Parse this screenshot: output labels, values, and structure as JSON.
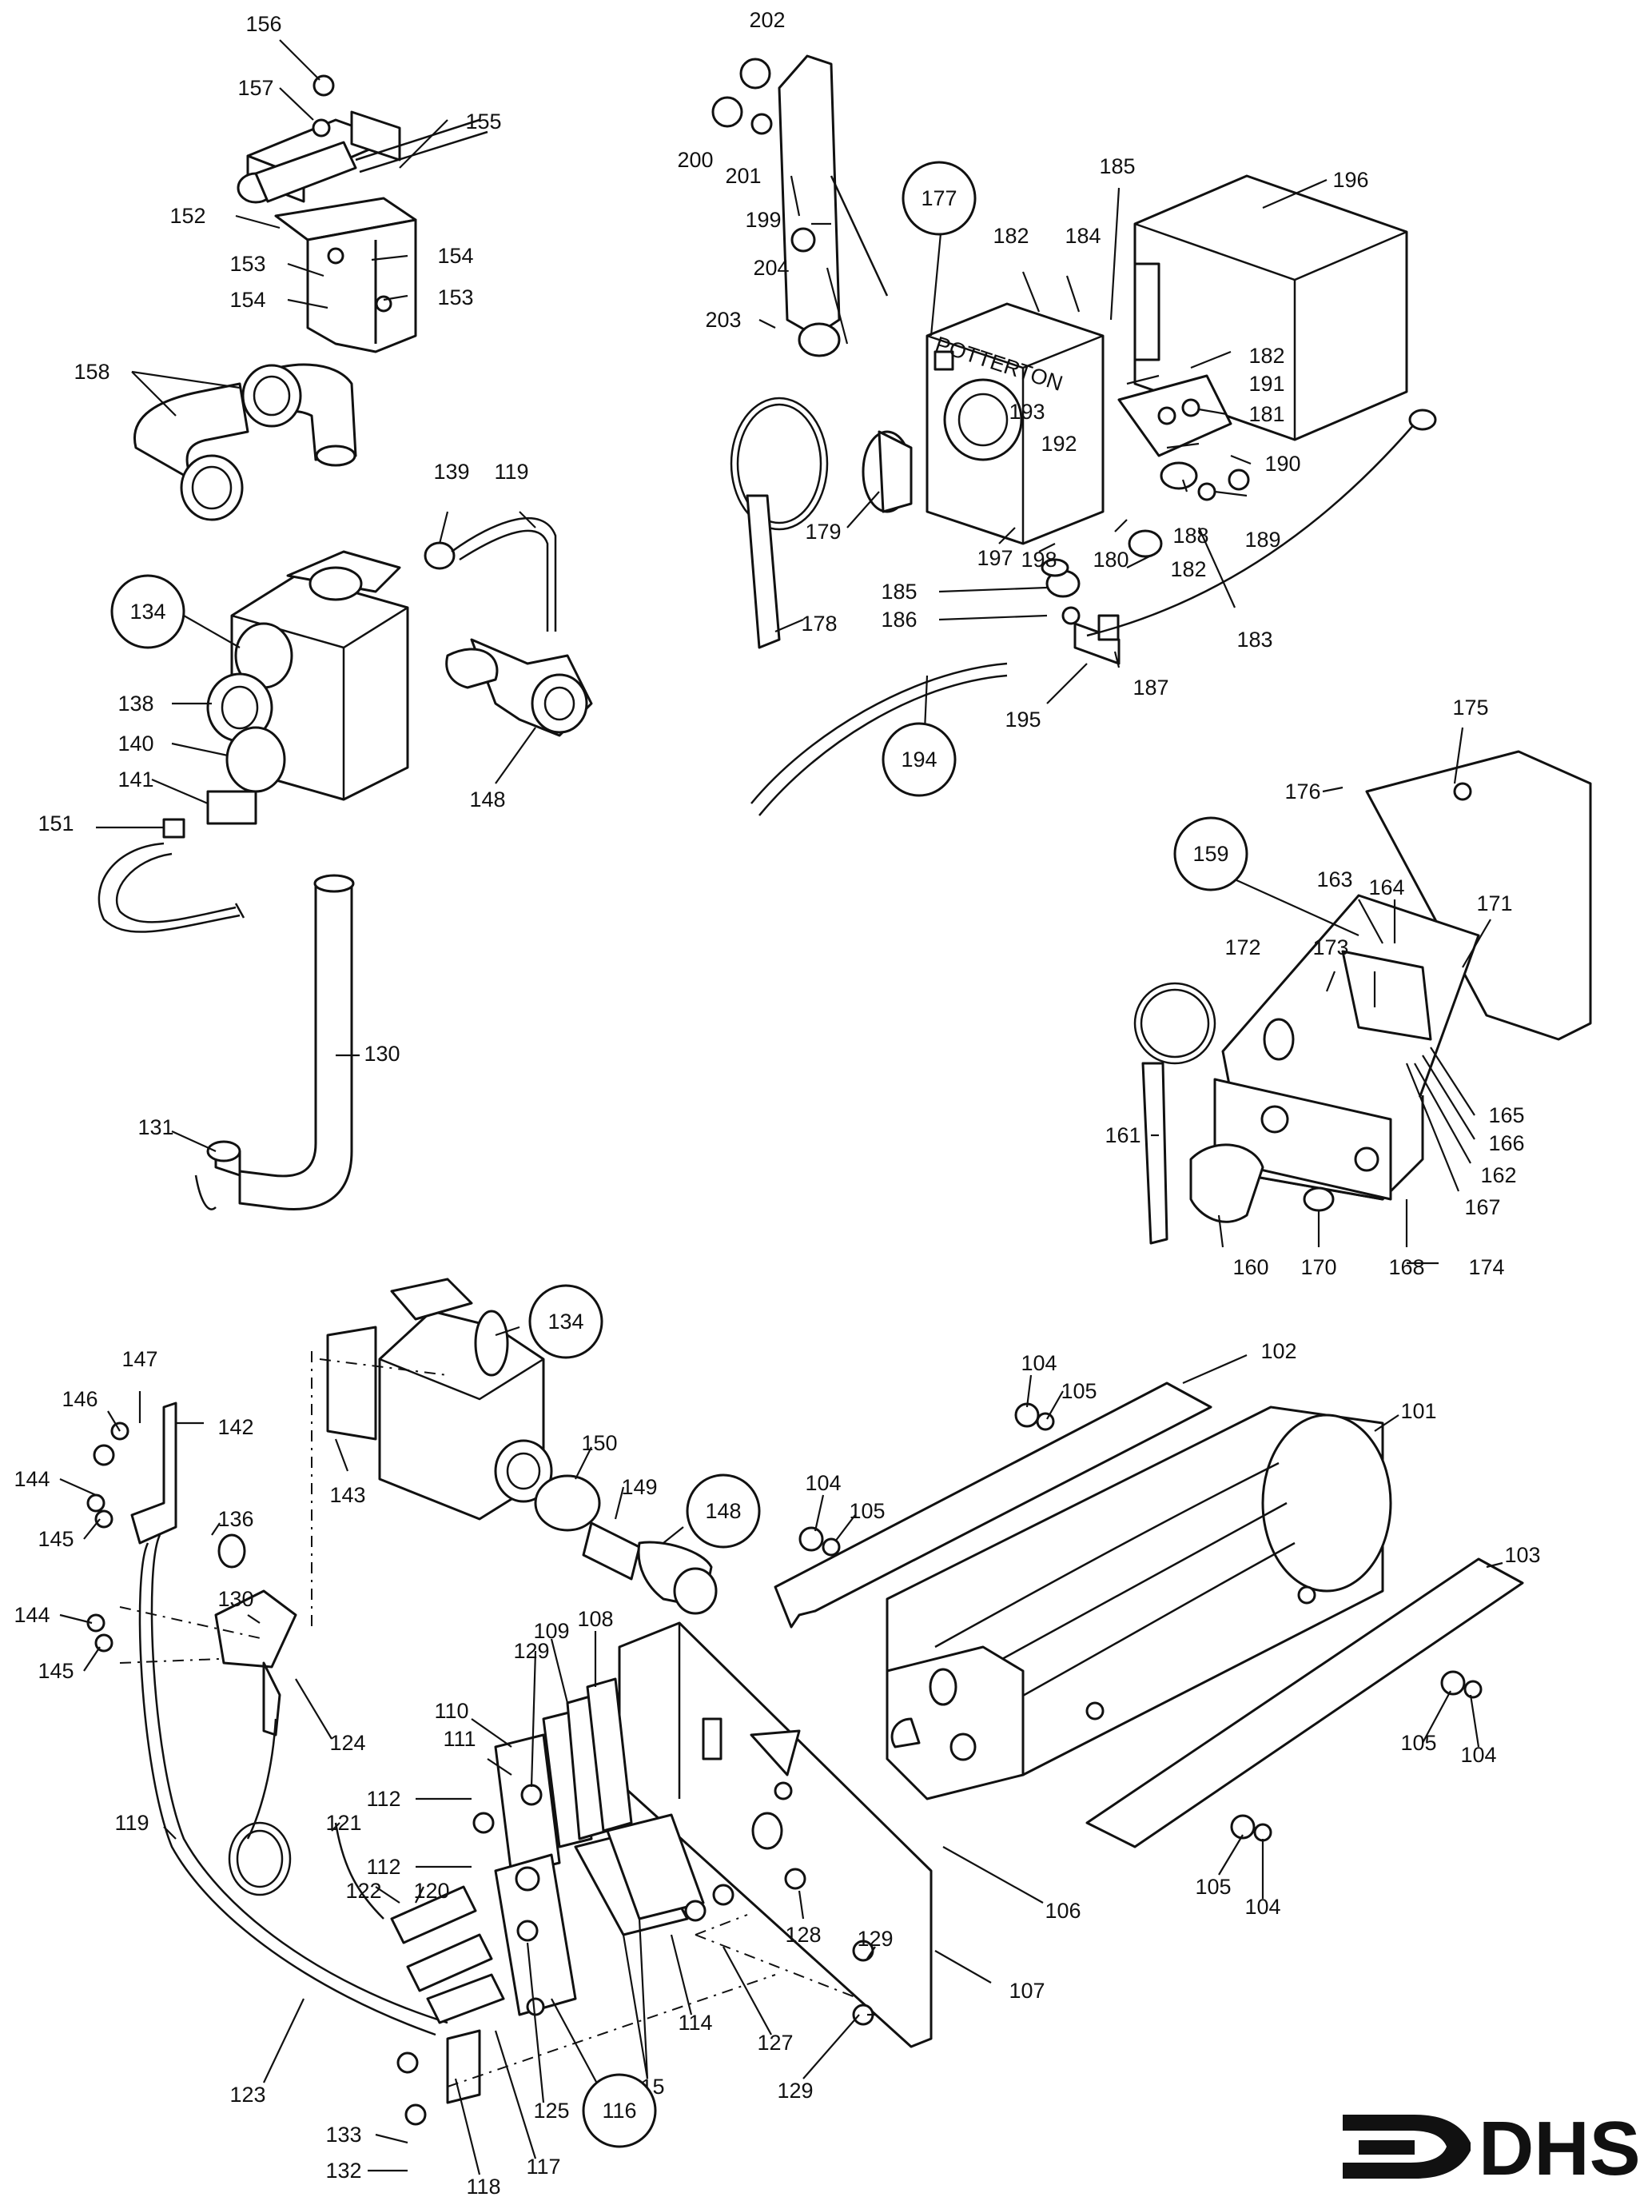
{
  "brand": {
    "logo_text": "DHS",
    "panel_text": "POTTERTON"
  },
  "callouts": [
    {
      "id": "156",
      "label": "156"
    },
    {
      "id": "157",
      "label": "157"
    },
    {
      "id": "155",
      "label": "155"
    },
    {
      "id": "152",
      "label": "152"
    },
    {
      "id": "153a",
      "label": "153"
    },
    {
      "id": "154a",
      "label": "154"
    },
    {
      "id": "154b",
      "label": "154"
    },
    {
      "id": "153b",
      "label": "153"
    },
    {
      "id": "158",
      "label": "158"
    },
    {
      "id": "139",
      "label": "139"
    },
    {
      "id": "119a",
      "label": "119"
    },
    {
      "id": "134a",
      "label": "134",
      "circled": true
    },
    {
      "id": "138",
      "label": "138"
    },
    {
      "id": "140",
      "label": "140"
    },
    {
      "id": "141",
      "label": "141"
    },
    {
      "id": "151",
      "label": "151"
    },
    {
      "id": "148a",
      "label": "148"
    },
    {
      "id": "130a",
      "label": "130"
    },
    {
      "id": "131",
      "label": "131"
    },
    {
      "id": "202",
      "label": "202"
    },
    {
      "id": "200",
      "label": "200"
    },
    {
      "id": "201",
      "label": "201"
    },
    {
      "id": "199",
      "label": "199"
    },
    {
      "id": "204",
      "label": "204"
    },
    {
      "id": "203",
      "label": "203"
    },
    {
      "id": "177",
      "label": "177",
      "circled": true
    },
    {
      "id": "182a",
      "label": "182"
    },
    {
      "id": "184",
      "label": "184"
    },
    {
      "id": "185a",
      "label": "185"
    },
    {
      "id": "196",
      "label": "196"
    },
    {
      "id": "193",
      "label": "193"
    },
    {
      "id": "192",
      "label": "192"
    },
    {
      "id": "182b",
      "label": "182"
    },
    {
      "id": "191",
      "label": "191"
    },
    {
      "id": "181",
      "label": "181"
    },
    {
      "id": "190",
      "label": "190"
    },
    {
      "id": "179",
      "label": "179"
    },
    {
      "id": "197",
      "label": "197"
    },
    {
      "id": "198",
      "label": "198"
    },
    {
      "id": "180",
      "label": "180"
    },
    {
      "id": "188",
      "label": "188"
    },
    {
      "id": "189",
      "label": "189"
    },
    {
      "id": "182c",
      "label": "182"
    },
    {
      "id": "185b",
      "label": "185"
    },
    {
      "id": "186",
      "label": "186"
    },
    {
      "id": "178",
      "label": "178"
    },
    {
      "id": "183",
      "label": "183"
    },
    {
      "id": "187",
      "label": "187"
    },
    {
      "id": "195",
      "label": "195"
    },
    {
      "id": "194",
      "label": "194",
      "circled": true
    },
    {
      "id": "175",
      "label": "175"
    },
    {
      "id": "176",
      "label": "176"
    },
    {
      "id": "159",
      "label": "159",
      "circled": true
    },
    {
      "id": "163",
      "label": "163"
    },
    {
      "id": "164",
      "label": "164"
    },
    {
      "id": "171",
      "label": "171"
    },
    {
      "id": "172",
      "label": "172"
    },
    {
      "id": "173",
      "label": "173"
    },
    {
      "id": "165",
      "label": "165"
    },
    {
      "id": "166",
      "label": "166"
    },
    {
      "id": "162",
      "label": "162"
    },
    {
      "id": "161",
      "label": "161"
    },
    {
      "id": "167",
      "label": "167"
    },
    {
      "id": "160",
      "label": "160"
    },
    {
      "id": "170",
      "label": "170"
    },
    {
      "id": "168",
      "label": "168"
    },
    {
      "id": "174",
      "label": "174"
    },
    {
      "id": "134b",
      "label": "134",
      "circled": true
    },
    {
      "id": "147",
      "label": "147"
    },
    {
      "id": "146",
      "label": "146"
    },
    {
      "id": "142",
      "label": "142"
    },
    {
      "id": "144a",
      "label": "144"
    },
    {
      "id": "145a",
      "label": "145"
    },
    {
      "id": "136",
      "label": "136"
    },
    {
      "id": "143",
      "label": "143"
    },
    {
      "id": "150",
      "label": "150"
    },
    {
      "id": "149",
      "label": "149"
    },
    {
      "id": "148b",
      "label": "148",
      "circled": true
    },
    {
      "id": "144b",
      "label": "144"
    },
    {
      "id": "145b",
      "label": "145"
    },
    {
      "id": "124",
      "label": "124"
    },
    {
      "id": "130b",
      "label": "130"
    },
    {
      "id": "119b",
      "label": "119"
    },
    {
      "id": "129a",
      "label": "129"
    },
    {
      "id": "109",
      "label": "109"
    },
    {
      "id": "108",
      "label": "108"
    },
    {
      "id": "110",
      "label": "110"
    },
    {
      "id": "111",
      "label": "111"
    },
    {
      "id": "112a",
      "label": "112"
    },
    {
      "id": "112b",
      "label": "112"
    },
    {
      "id": "121",
      "label": "121"
    },
    {
      "id": "122",
      "label": "122"
    },
    {
      "id": "120",
      "label": "120"
    },
    {
      "id": "128",
      "label": "128"
    },
    {
      "id": "129b",
      "label": "129"
    },
    {
      "id": "127",
      "label": "127"
    },
    {
      "id": "114",
      "label": "114"
    },
    {
      "id": "115",
      "label": "115"
    },
    {
      "id": "123",
      "label": "123"
    },
    {
      "id": "125",
      "label": "125"
    },
    {
      "id": "116",
      "label": "116",
      "circled": true
    },
    {
      "id": "117",
      "label": "117"
    },
    {
      "id": "118",
      "label": "118"
    },
    {
      "id": "133",
      "label": "133"
    },
    {
      "id": "132",
      "label": "132"
    },
    {
      "id": "129c",
      "label": "129"
    },
    {
      "id": "107",
      "label": "107"
    },
    {
      "id": "106",
      "label": "106"
    },
    {
      "id": "104a",
      "label": "104"
    },
    {
      "id": "105a",
      "label": "105"
    },
    {
      "id": "102",
      "label": "102"
    },
    {
      "id": "101",
      "label": "101"
    },
    {
      "id": "104b",
      "label": "104"
    },
    {
      "id": "105b",
      "label": "105"
    },
    {
      "id": "103",
      "label": "103"
    },
    {
      "id": "105c",
      "label": "105"
    },
    {
      "id": "104c",
      "label": "104"
    },
    {
      "id": "105d",
      "label": "105"
    },
    {
      "id": "104d",
      "label": "104"
    }
  ]
}
